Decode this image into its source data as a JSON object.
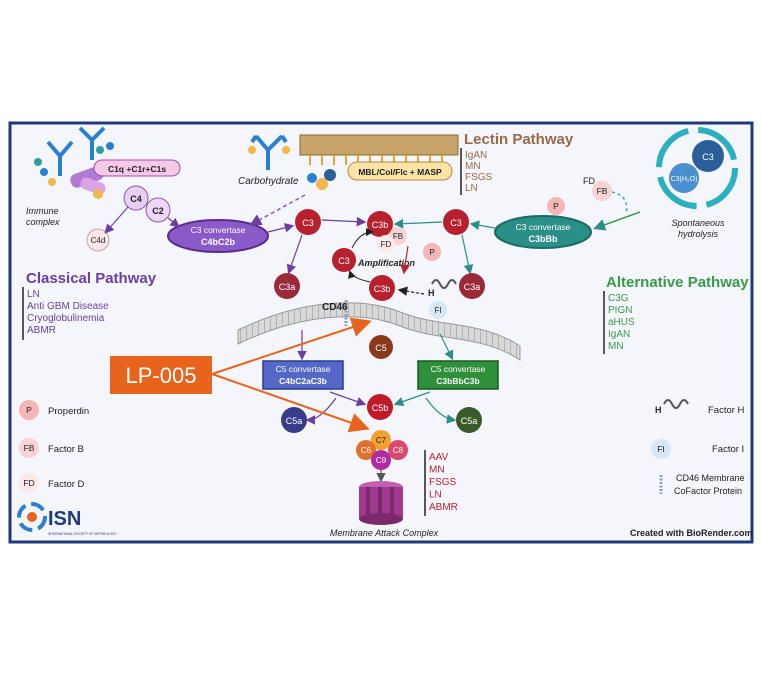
{
  "colors": {
    "frame": "#1f3a78",
    "panel_bg": "#f4f6fb",
    "classical": "#6a3fa0",
    "alternative": "#3a9a4a",
    "lectin": "#9a6a48",
    "red_node": "#b8202e",
    "pink_node": "#f4c2c2",
    "c5_blue": "#5568c8",
    "c5_green": "#2f8f3a",
    "teal": "#2a8f86",
    "orange": "#e8641c",
    "membrane": "#cccccc"
  },
  "lectin": {
    "title": "Lectin Pathway",
    "diseases": [
      "IgAN",
      "MN",
      "FSGS",
      "LN"
    ],
    "carbohydrate": "Carbohydrate",
    "complex_label": "MBL/Col/Flc + MASP"
  },
  "classical": {
    "title": "Classical Pathway",
    "diseases": [
      "LN",
      "Anti GBM Disease",
      "Cryoglobulinemia",
      "ABMR"
    ],
    "c1_label": "C1q +C1r+C1s",
    "immune_complex": "Immune\ncomplex",
    "c4": "C4",
    "c2": "C2",
    "c4d": "C4d",
    "convertase_title": "C3 convertase",
    "convertase_name": "C4bC2b"
  },
  "alternative": {
    "title": "Alternative Pathway",
    "diseases": [
      "C3G",
      "PIGN",
      "aHUS",
      "IgAN",
      "MN"
    ],
    "convertase_title": "C3 convertase",
    "convertase_name": "C3bBb",
    "spontaneous": "Spontaneous\nhydrolysis",
    "c3": "C3",
    "c3h2o": "C3(H₂O)",
    "fd": "FD",
    "fb": "FB",
    "p": "P"
  },
  "center": {
    "c3_left": "C3",
    "c3b_top": "C3b",
    "c3_right": "C3",
    "fb": "FB",
    "fd": "FD",
    "p": "P",
    "c3_mid": "C3",
    "amplification": "Amplification",
    "c3b_mid": "C3b",
    "c3a_left": "C3a",
    "c3a_right": "C3a",
    "h": "H",
    "fi": "FI",
    "cd46": "CD46",
    "c5": "C5",
    "c5_conv_left_title": "C5 convertase",
    "c5_conv_left_name": "C4bC2aC3b",
    "c5_conv_right_title": "C5 convertase",
    "c5_conv_right_name": "C3bBbC3b",
    "c5b": "C5b",
    "c5a_left": "C5a",
    "c5a_right": "C5a",
    "c7": "C7",
    "c6": "C6",
    "c8": "C8",
    "c9": "C9",
    "mac_label": "Membrane Attack Complex",
    "mac_diseases": [
      "AAV",
      "MN",
      "FSGS",
      "LN",
      "ABMR"
    ]
  },
  "legend": {
    "properdin_sym": "P",
    "properdin": "Properdin",
    "factorb_sym": "FB",
    "factorb": "Factor B",
    "factord_sym": "FD",
    "factord": "Factor D",
    "factorh_sym": "H",
    "factorh": "Factor H",
    "factori_sym": "FI",
    "factori": "Factor I",
    "cd46_1": "CD46 Membrane",
    "cd46_2": "CoFactor Protein"
  },
  "callout": "LP-005",
  "logo": "ISN",
  "logo_sub": "INTERNATIONAL SOCIETY OF NEPHROLOGY",
  "credit": "Created with BioRender.com"
}
